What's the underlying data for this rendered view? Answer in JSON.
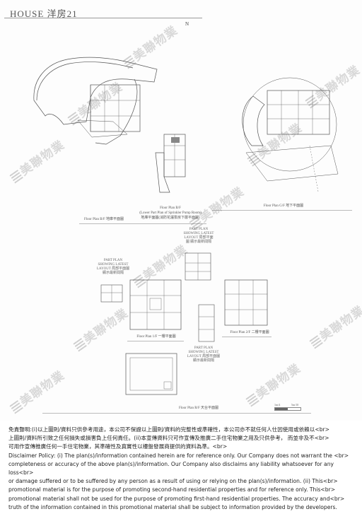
{
  "header": {
    "title": "HOUSE 洋房21",
    "north_symbol": "N"
  },
  "watermark": {
    "text": "美聯物業"
  },
  "plans": {
    "lower_part": {
      "caption_en": "Floor Plan B/F",
      "caption_sub": "(Lower Part Plan of Sprinkler Pump Room)",
      "caption_zh": "地庫平面圖(消防花灑泵房下層平面圖)"
    },
    "bf": {
      "caption": "Floor Plan B/F 地庫平面圖"
    },
    "gf": {
      "caption": "Floor Plan G/F 地下平面圖"
    },
    "part_top": {
      "label": "PART PLAN SHOWING LATEST LAYOUT 局部平面圖 顯示最新間隔"
    },
    "part_left": {
      "label": "PART PLAN SHOWING LATEST LAYOUT 局部平面圖 顯示最新間隔"
    },
    "part_mid": {
      "label": "PART PLAN SHOWING LATEST LAYOUT 局部平面圖 顯示最新間隔"
    },
    "f1": {
      "caption": "Floor Plan 1/F 一樓平面圖"
    },
    "f2": {
      "caption": "Floor Plan 2/F 二樓平面圖"
    },
    "rf": {
      "caption": "Floor Plan R/F 天台平面圖"
    }
  },
  "scale": {
    "left": "1m/4",
    "right": "5m/10"
  },
  "disclaimer": {
    "zh_line1": "免責聲明:(i)以上圖則/資料只供參考用途，本公司不保證以上圖則/資料的完整性或準確性，本公司亦不就任何人仕因使用或依賴以<br>",
    "zh_line2": "上圖則/資料所引致之任何損失或損害負上任何責任。(ii)本宣傳資料只可作宣傳及推廣二手住宅物業之用及只供參考， 而並非及不<br>",
    "zh_line3": "可用作宣傳推廣任何一手住宅物業，其準確性及真實性以樓盤發展商提供的資料為準。<br>",
    "en_line1": "Disclaimer Policy: (i) The plan(s)/information contained herein are for reference only. Our Company does not warrant the <br>",
    "en_line2": "completeness or accuracy of the above plan(s)/information. Our Company also disclaims any liability whatsoever for any loss<br>",
    "en_line3": "or damage suffered or to be suffered by any person as a result of using or relying on the plan(s)/information. (ii) This<br>",
    "en_line4": "promotional material is for the purpose of promoting second-hand residential properties and for reference only. This<br>",
    "en_line5": "promotional material shall not be used for the purpose of promoting first-hand residential properties. The accuracy and<br>",
    "en_line6": "truth of the information contained in this promotional material shall be subject to information provided by the developers."
  }
}
